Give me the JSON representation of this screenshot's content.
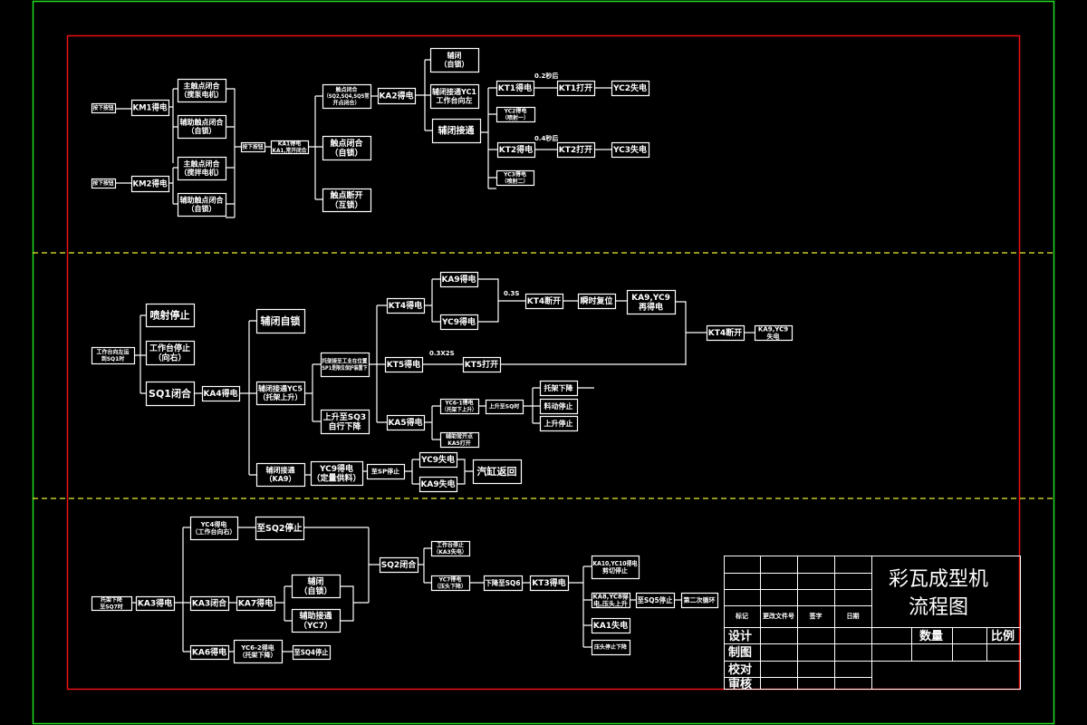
{
  "drawing": {
    "colors": {
      "outer_frame": "#22dd22",
      "inner_frame": "#ee1111",
      "section_divider": "#eeee33",
      "lines": "#ffffff",
      "background": "#000000"
    }
  },
  "section1": {
    "nodes": {
      "start1": "按下按钮",
      "km1": "KM1得电",
      "start2": "按下按钮",
      "km2": "KM2得电",
      "km1_main": [
        "主触点闭合",
        "（搅泵电机）"
      ],
      "km1_aux": [
        "辅助触点闭合",
        "（自锁）"
      ],
      "km2_main": [
        "主触点闭合",
        "（搅拌电机）"
      ],
      "km2_aux": [
        "辅助触点闭合",
        "（自锁）"
      ],
      "press": "按下按钮",
      "ka1": [
        "KA1得电",
        "KA1,常开闭合"
      ],
      "contact1": [
        "触点闭合",
        "（SQ2,SQ4,SQ5常",
        "开点闭合）"
      ],
      "contact2": [
        "触点闭合",
        "（自锁）"
      ],
      "contact3": [
        "触点断开",
        "（互锁）"
      ],
      "ka2": "KA2得电",
      "ka2_self": [
        "辅闭",
        "（自锁）"
      ],
      "ka2_yc1": [
        "辅闭接通YC1",
        "工作台向左"
      ],
      "ka2_conn": "辅闭接通",
      "kt1": "KT1得电",
      "kt1_open": "KT1打开",
      "yc2_off": "YC2失电",
      "yc2_on": [
        "YC2得电",
        "（喷射一）"
      ],
      "kt2": "KT2得电",
      "kt2_open": "KT2打开",
      "yc3_off": "YC3失电",
      "yc3_on": [
        "YC3得电",
        "（喷射二）"
      ],
      "delay1": "0.2秒后",
      "delay2": "0.4秒后"
    }
  },
  "section2": {
    "nodes": {
      "start": [
        "工作台向左运",
        "到SQ1时"
      ],
      "spray_stop": "喷射停止",
      "table_stop": [
        "工作台停止",
        "（向右）"
      ],
      "sq1": "SQ1闭合",
      "ka4": "KA4得电",
      "self_lock": "辅闭自锁",
      "yc5": [
        "辅闭接通YC5",
        "（托架上升）"
      ],
      "yc9_conn": [
        "辅闭接通",
        "（KA9）"
      ],
      "rise_note": [
        "托架接至工业在位置",
        "SP1是限位保护装置下"
      ],
      "rise_sq3": [
        "上升至SQ3",
        "自行下降"
      ],
      "kt4": "KT4得电",
      "ka9_on": "KA9得电",
      "yc9_on": "YC9得电",
      "kt4_break": "KT4断开",
      "reset": "瞬时复位",
      "ka9yc9_re": [
        "KA9,YC9",
        "再得电"
      ],
      "kt4_break2": "KT4断开",
      "ka9yc9_off": [
        "KA9,YC9",
        "失电"
      ],
      "kt5": "KT5得电",
      "kt5_open": "KT5打开",
      "ka5": "KA5得电",
      "yc6": [
        "YC6-1得电",
        "（托架下上升）"
      ],
      "ka5_contact": [
        "辅助常开点",
        "KA5打开"
      ],
      "rise_sq": "上升至SQ时",
      "bracket_down": "托架下降",
      "stock_stop": "料动停止",
      "rise_stop": "上升停止",
      "yc9_meter": [
        "YC9得电",
        "（定量供料）"
      ],
      "to_sp_stop": "至SP停止",
      "yc9_off": "YC9失电",
      "ka9_off": "KA9失电",
      "cylinder": "汽缸返回",
      "delay1": "0.3S",
      "delay2": "0.3X2S"
    }
  },
  "section3": {
    "nodes": {
      "start": [
        "托架下降",
        "至SQ7时"
      ],
      "ka3": "KA3得电",
      "yc4": [
        "YC4得电",
        "（工作台向右）"
      ],
      "sq2_stop": "至SQ2停止",
      "ka3_close": "KA3闭合",
      "ka7": "KA7得电",
      "aux_self": [
        "辅闭",
        "（自锁）"
      ],
      "aux_yc7": [
        "辅助接通",
        "（YC7）"
      ],
      "ka6": "KA6得电",
      "yc6_2": [
        "YC6-2得电",
        "（托架下降）"
      ],
      "sq4_stop": "至SQ4停止",
      "sq2": "SQ2闭合",
      "table_stop": [
        "工作台停止",
        "（KA3失电）"
      ],
      "yc7": [
        "YC7得电",
        "（压头下降）"
      ],
      "down_sq6": "下降至SQ6",
      "kt3": "KT3得电",
      "ka10": [
        "KA10,YC10得电",
        "剪切停止"
      ],
      "ka8": [
        "KA8,YC8得",
        "电,压头上升"
      ],
      "sq5_stop": "至SQ5停止",
      "second_cycle": "第二次循环",
      "ka1_off": "KA1失电",
      "head_stop": "压头停止下降"
    }
  },
  "title_block": {
    "title_line1": "彩瓦成型机",
    "title_line2": "流程图",
    "header_labels": [
      "标记",
      "更改文件号",
      "签字",
      "日期"
    ],
    "row_labels": [
      "设计",
      "制图",
      "校对",
      "审核"
    ],
    "quantity_label": "数量",
    "scale_label": "比例"
  }
}
